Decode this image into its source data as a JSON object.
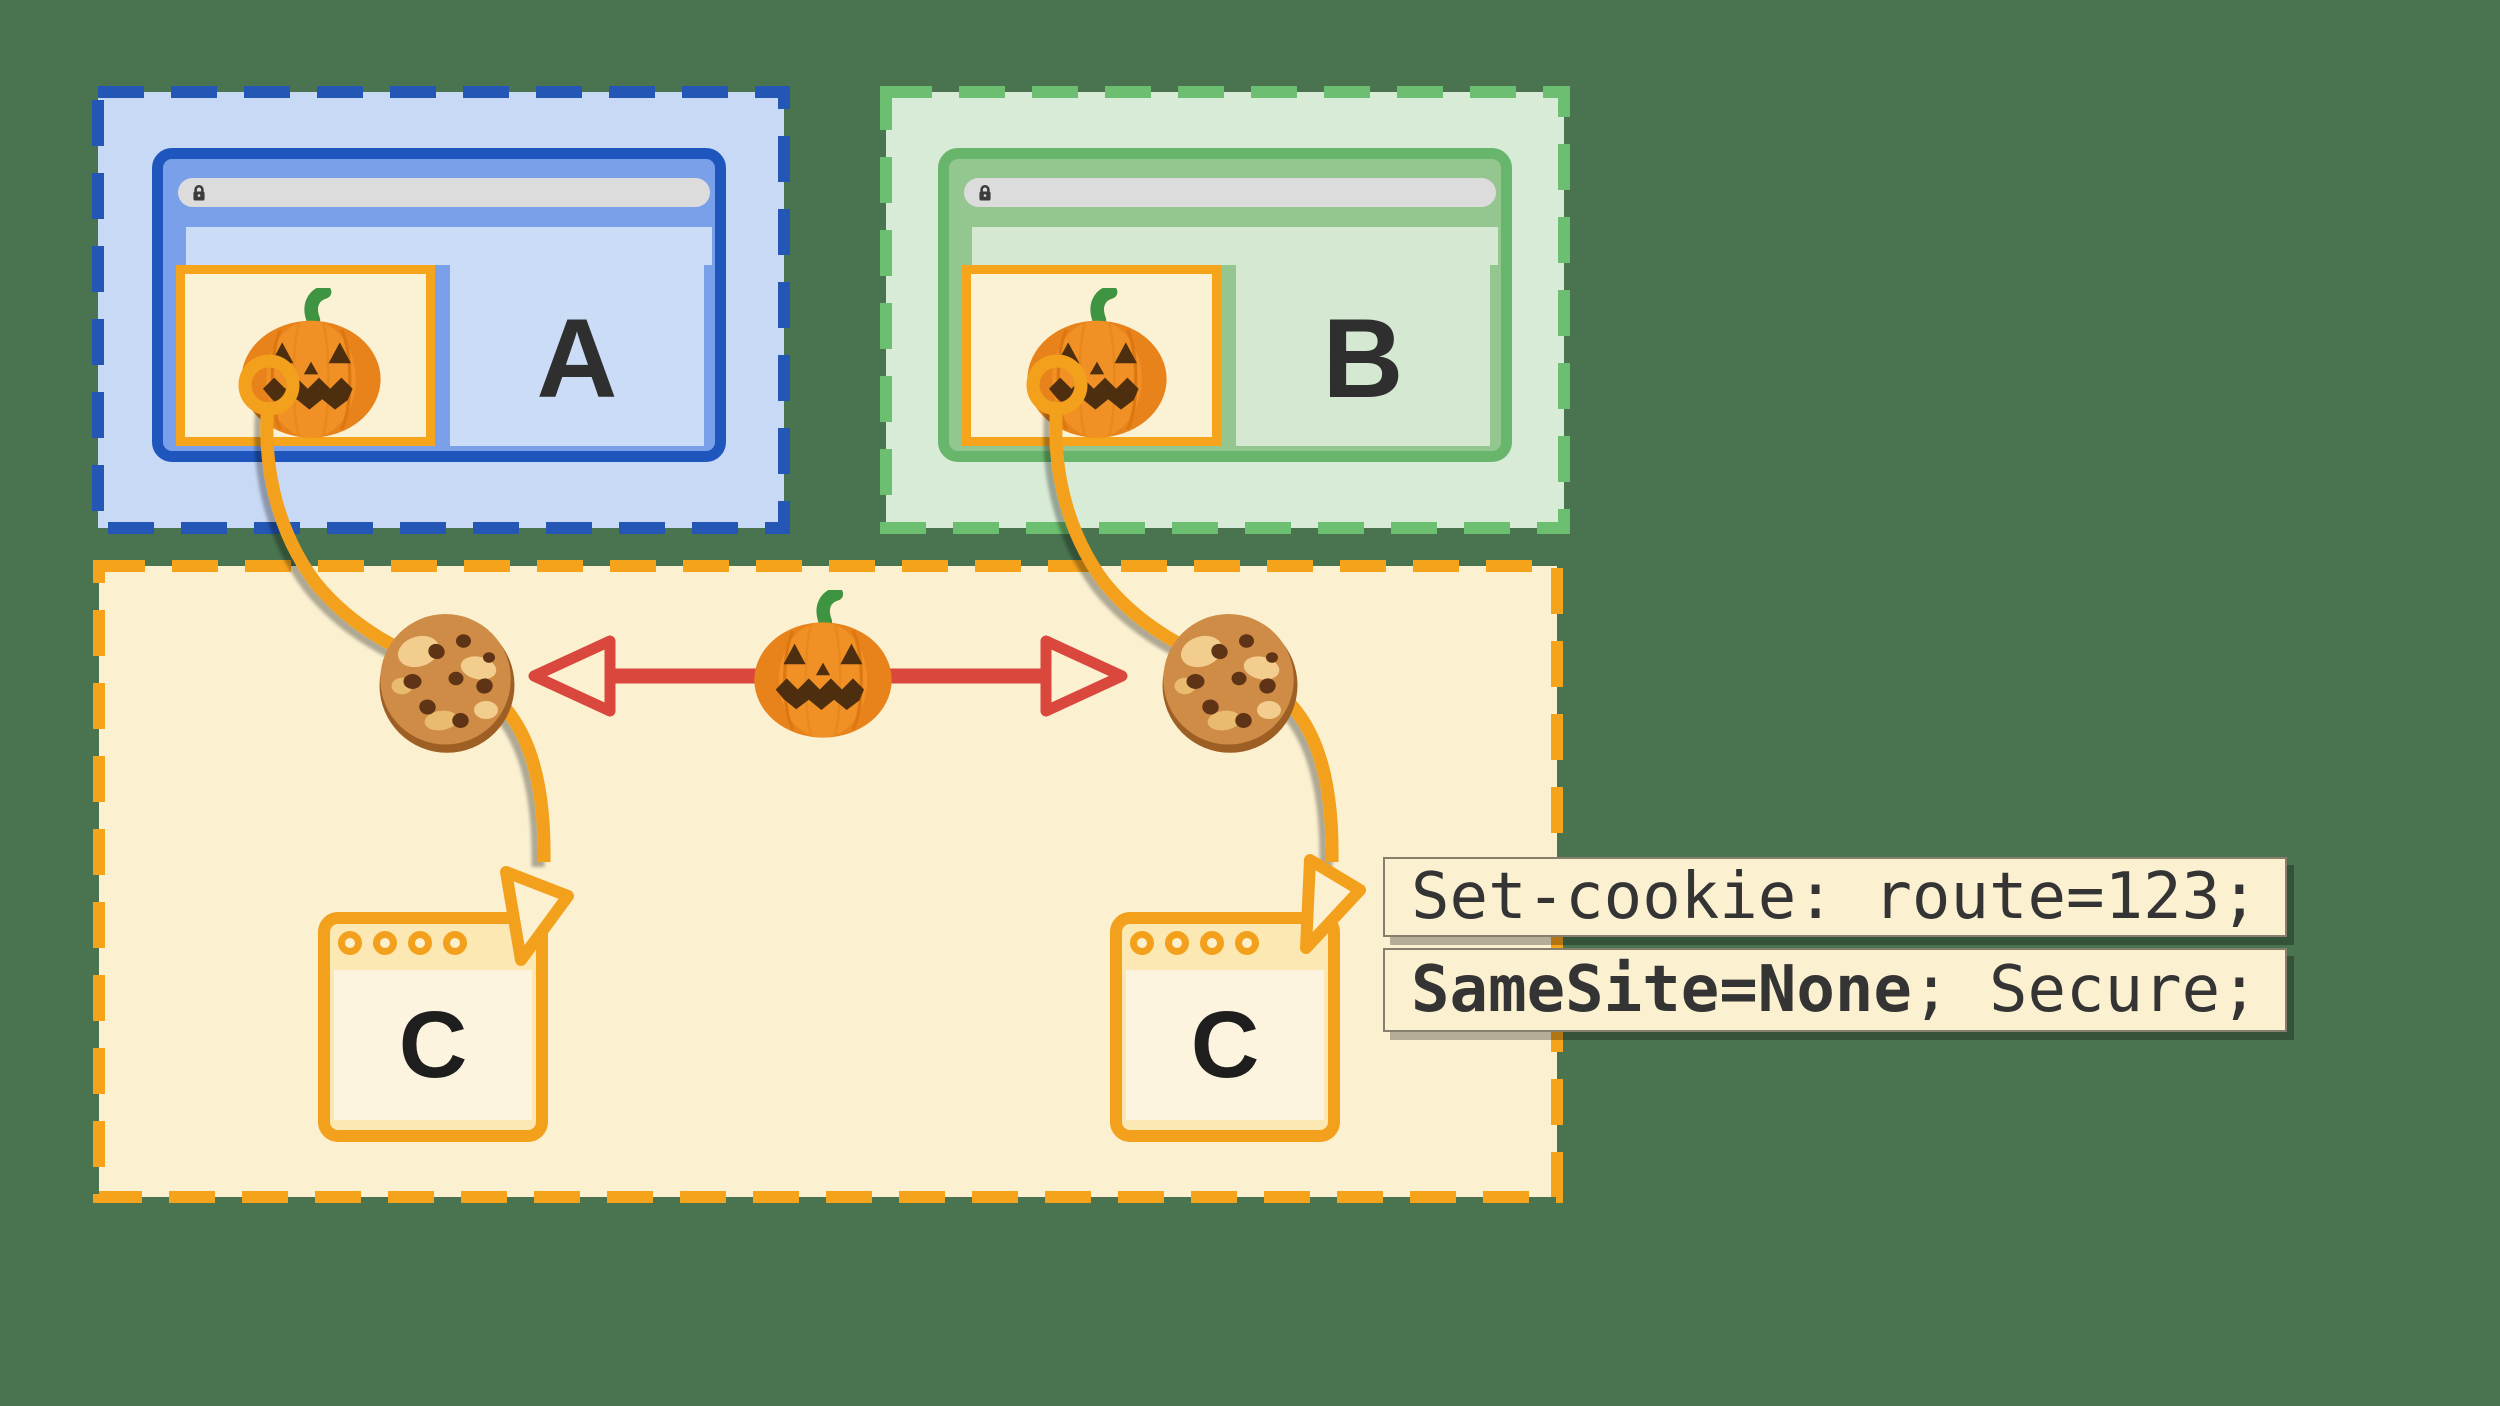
{
  "background_color": "#49744F",
  "colors": {
    "site_a_dash": "#2456B6",
    "site_a_fill": "#C8D9F5",
    "site_a_window": "#7BA0EA",
    "site_a_window_border": "#1E56BE",
    "site_b_dash": "#6CBE70",
    "site_b_fill": "#D7EBD6",
    "site_b_window": "#94C690",
    "site_b_window_border": "#68B56C",
    "third_party_dash": "#F5A31B",
    "third_party_fill": "#FBF1D1",
    "iframe_border": "#F5A41C",
    "iframe_fill": "#FBF2D5",
    "cookie_arrow": "#F3A11D",
    "sync_arrow_red": "#D9473D",
    "urlbar_gray": "#DCDCDC",
    "c_window_fill": "#FCE8B2",
    "code_text": "#343434"
  },
  "windows": {
    "a": {
      "label": "A"
    },
    "b": {
      "label": "B"
    },
    "c_left": {
      "label": "C"
    },
    "c_right": {
      "label": "C"
    }
  },
  "annotation": {
    "line1": "Set-cookie: route=123;",
    "line2_bold": "SameSite=None",
    "line2_rest": "; Secure;"
  },
  "icons": [
    {
      "name": "lock-icon"
    },
    {
      "name": "pumpkin-icon"
    },
    {
      "name": "cookie-icon"
    },
    {
      "name": "anchor-ring-icon"
    },
    {
      "name": "curved-cookie-arrow"
    },
    {
      "name": "red-sync-arrow"
    }
  ]
}
